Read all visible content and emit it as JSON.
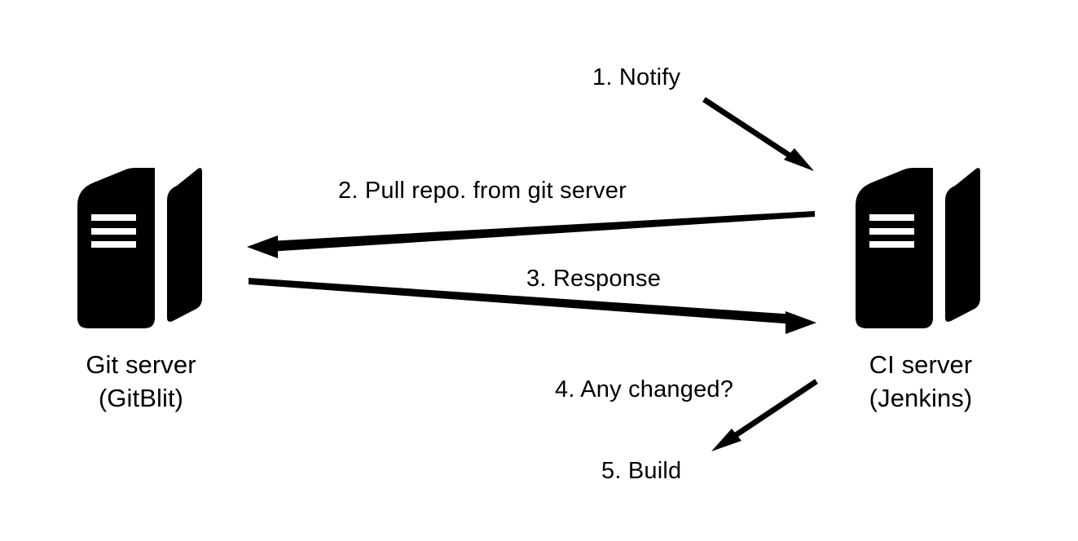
{
  "diagram": {
    "title": "Git server / CI server interaction flow",
    "background_color": "#ffffff",
    "ink_color": "#000000",
    "nodes": [
      {
        "id": "git-server",
        "icon": "server-icon",
        "label_line1": "Git server",
        "label_line2": "(GitBlit)"
      },
      {
        "id": "ci-server",
        "icon": "server-icon",
        "label_line1": "CI server",
        "label_line2": "(Jenkins)"
      }
    ],
    "edges": [
      {
        "id": "step-1",
        "label": "1. Notify",
        "direction": "down-right"
      },
      {
        "id": "step-2",
        "label": "2. Pull repo. from git server",
        "direction": "right-to-left"
      },
      {
        "id": "step-3",
        "label": "3. Response",
        "direction": "left-to-right"
      },
      {
        "id": "step-4",
        "label": "4. Any changed?",
        "direction": "none"
      },
      {
        "id": "step-5",
        "label": "5. Build",
        "direction": "down-left"
      }
    ]
  }
}
